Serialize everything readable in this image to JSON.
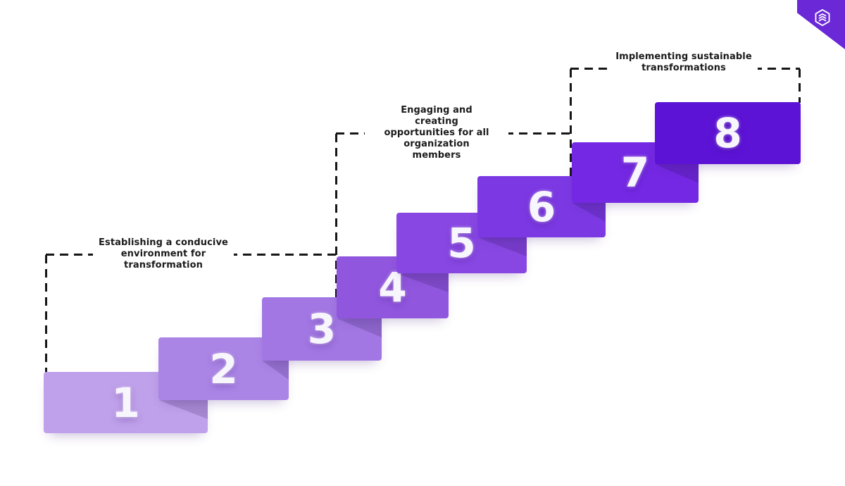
{
  "diagram": {
    "kind": "8-step staircase infographic",
    "background": "#ffffff",
    "connector_color": "#161616",
    "text_color": "#1b1b1b"
  },
  "logo": {
    "icon": "stacked-layers-cube-icon",
    "ribbon_color": "#6a28d6"
  },
  "annotations": [
    {
      "lines": [
        "Establishing a conducive",
        "environment for",
        "transformation"
      ]
    },
    {
      "lines": [
        "Engaging and",
        "creating",
        "opportunities for all",
        "organization",
        "members"
      ]
    },
    {
      "lines": [
        "Implementing sustainable",
        "transformations"
      ]
    }
  ],
  "steps": [
    {
      "number": "1",
      "color": "#bfa0ea"
    },
    {
      "number": "2",
      "color": "#ab85e6"
    },
    {
      "number": "3",
      "color": "#a277e3"
    },
    {
      "number": "4",
      "color": "#9156de"
    },
    {
      "number": "5",
      "color": "#8847e3"
    },
    {
      "number": "6",
      "color": "#7c39e3"
    },
    {
      "number": "7",
      "color": "#7428e3"
    },
    {
      "number": "8",
      "color": "#5d13d6"
    }
  ]
}
